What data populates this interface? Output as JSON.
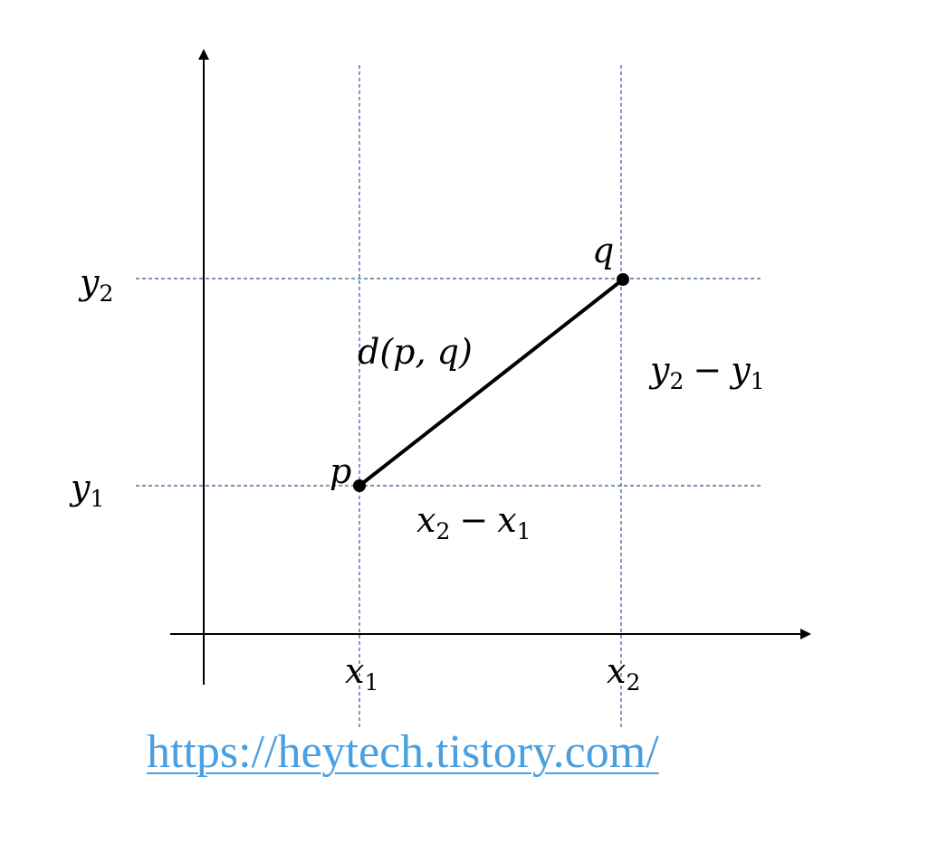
{
  "points": {
    "p": {
      "name": "p",
      "x_label": "x",
      "x_sub": "1",
      "y_label": "y",
      "y_sub": "1"
    },
    "q": {
      "name": "q",
      "x_label": "x",
      "x_sub": "2",
      "y_label": "y",
      "y_sub": "2"
    }
  },
  "labels": {
    "distance": "d(p, q)",
    "dy": {
      "a": "y",
      "a_sub": "2",
      "op": "−",
      "b": "y",
      "b_sub": "1"
    },
    "dx": {
      "a": "x",
      "a_sub": "2",
      "op": "−",
      "b": "x",
      "b_sub": "1"
    }
  },
  "source_link": "https://heytech.tistory.com/",
  "colors": {
    "axis": "#000000",
    "guide": "#2f5597",
    "segment": "#000000",
    "link": "#4a9fe0"
  }
}
